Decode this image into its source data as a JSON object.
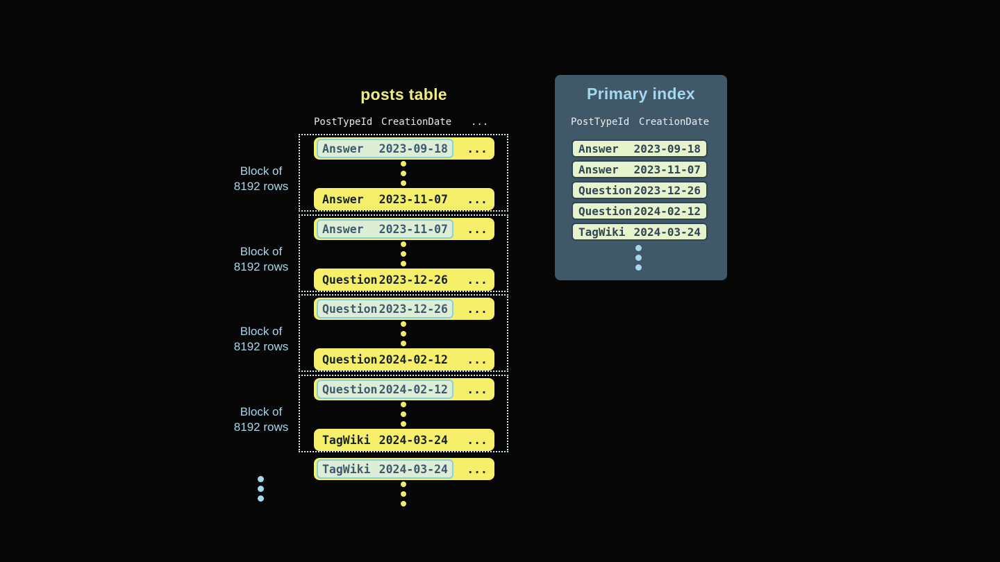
{
  "colors": {
    "background": "#060606",
    "row_yellow": "#f5ef6a",
    "row_text": "#18222e",
    "highlight_fill": "#deeed6",
    "highlight_border": "#87cfe2",
    "accent_blue": "#a6d7ea",
    "panel_background": "#405868",
    "panel_title": "#a5d8ef",
    "index_row_fill": "#e6f3cd",
    "index_row_border": "#2f4554",
    "title_yellow": "#f2ed79"
  },
  "posts_table": {
    "title": "posts table",
    "headers": {
      "post_type_id": "PostTypeId",
      "creation_date": "CreationDate",
      "more": "..."
    },
    "row_ellipsis": "...",
    "blocks": [
      {
        "label_line1": "Block of",
        "label_line2": "8192 rows",
        "first_row": {
          "post_type": "Answer",
          "creation_date": "2023-09-18"
        },
        "last_row": {
          "post_type": "Answer",
          "creation_date": "2023-11-07"
        }
      },
      {
        "label_line1": "Block of",
        "label_line2": "8192 rows",
        "first_row": {
          "post_type": "Answer",
          "creation_date": "2023-11-07"
        },
        "last_row": {
          "post_type": "Question",
          "creation_date": "2023-12-26"
        }
      },
      {
        "label_line1": "Block of",
        "label_line2": "8192 rows",
        "first_row": {
          "post_type": "Question",
          "creation_date": "2023-12-26"
        },
        "last_row": {
          "post_type": "Question",
          "creation_date": "2024-02-12"
        }
      },
      {
        "label_line1": "Block of",
        "label_line2": "8192 rows",
        "first_row": {
          "post_type": "Question",
          "creation_date": "2024-02-12"
        },
        "last_row": {
          "post_type": "TagWiki",
          "creation_date": "2024-03-24"
        }
      }
    ],
    "overflow_row": {
      "post_type": "TagWiki",
      "creation_date": "2024-03-24"
    }
  },
  "primary_index": {
    "title": "Primary index",
    "headers": {
      "post_type_id": "PostTypeId",
      "creation_date": "CreationDate"
    },
    "rows": [
      {
        "post_type": "Answer",
        "creation_date": "2023-09-18"
      },
      {
        "post_type": "Answer",
        "creation_date": "2023-11-07"
      },
      {
        "post_type": "Question",
        "creation_date": "2023-12-26"
      },
      {
        "post_type": "Question",
        "creation_date": "2024-02-12"
      },
      {
        "post_type": "TagWiki",
        "creation_date": "2024-03-24"
      }
    ]
  }
}
